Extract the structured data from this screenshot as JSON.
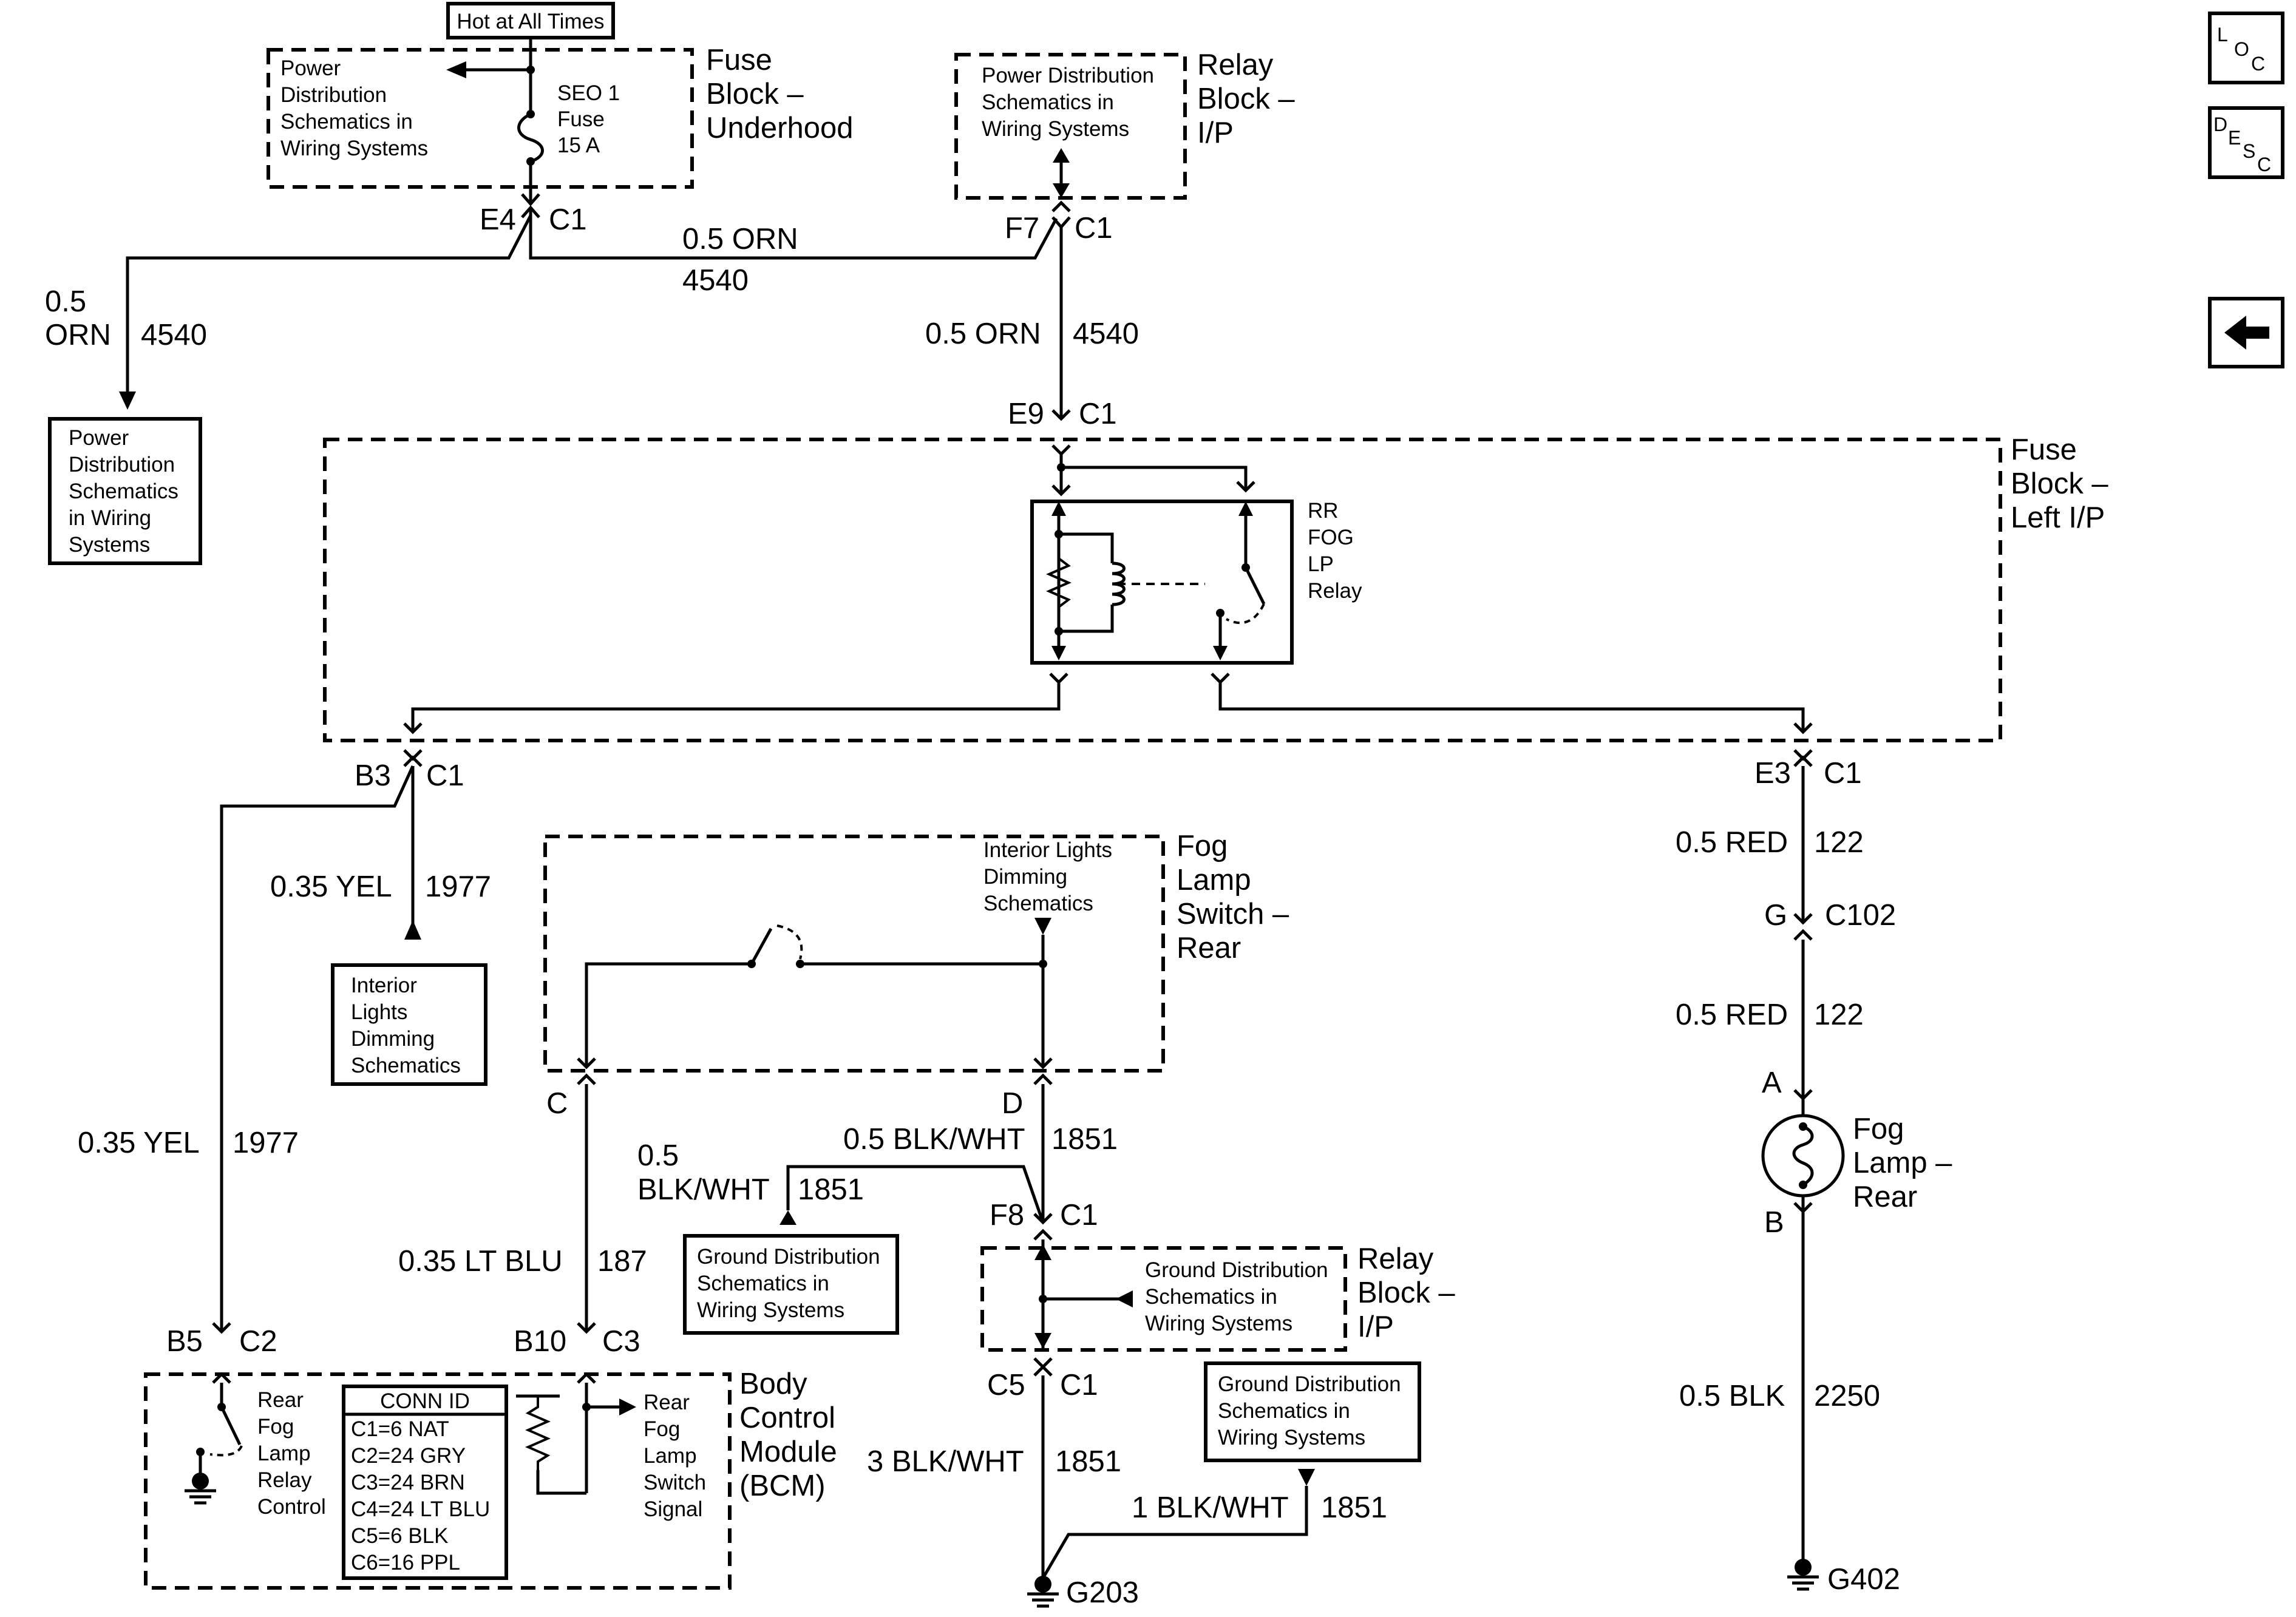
{
  "labels": {
    "hot_at_all_times": "Hot at All Times",
    "fuse_block_underhood": [
      "Fuse",
      "Block –",
      "Underhood"
    ],
    "pd_underhood": [
      "Power",
      "Distribution",
      "Schematics in",
      "Wiring Systems"
    ],
    "seo_fuse": [
      "SEO 1",
      "Fuse",
      "15 A"
    ],
    "relay_block_ip_top": [
      "Relay",
      "Block –",
      "I/P"
    ],
    "pd_relay_top": [
      "Power Distribution",
      "Schematics in",
      "Wiring Systems"
    ],
    "pd_left_box": [
      "Power",
      "Distribution",
      "Schematics",
      "in Wiring",
      "Systems"
    ],
    "fuse_block_left_ip": [
      "Fuse",
      "Block –",
      "Left I/P"
    ],
    "relay_name": [
      "RR",
      "FOG",
      "LP",
      "Relay"
    ],
    "interior_box": [
      "Interior",
      "Lights",
      "Dimming",
      "Schematics"
    ],
    "fog_switch": [
      "Fog",
      "Lamp",
      "Switch –",
      "Rear"
    ],
    "interior_dimming_small": [
      "Interior Lights",
      "Dimming",
      "Schematics"
    ],
    "ground_dist_box1": [
      "Ground Distribution",
      "Schematics in",
      "Wiring Systems"
    ],
    "ground_dist_relay": [
      "Ground Distribution",
      "Schematics in",
      "Wiring Systems"
    ],
    "relay_block_ip_bottom": [
      "Relay",
      "Block –",
      "I/P"
    ],
    "ground_dist_box2": [
      "Ground Distribution",
      "Schematics in",
      "Wiring Systems"
    ],
    "bcm": [
      "Body",
      "Control",
      "Module",
      "(BCM)"
    ],
    "bcm_relay_ctrl": [
      "Rear",
      "Fog",
      "Lamp",
      "Relay",
      "Control"
    ],
    "bcm_switch_sig": [
      "Rear",
      "Fog",
      "Lamp",
      "Switch",
      "Signal"
    ],
    "conn_id_title": "CONN ID",
    "conn_ids": [
      "C1=6 NAT",
      "C2=24 GRY",
      "C3=24 BRN",
      "C4=24 LT BLU",
      "C5=6 BLK",
      "C6=16 PPL"
    ],
    "fog_lamp": [
      "Fog",
      "Lamp –",
      "Rear"
    ]
  },
  "connectors": {
    "e4": "E4",
    "c1": "C1",
    "f7": "F7",
    "e9": "E9",
    "b3": "B3",
    "e3": "E3",
    "g": "G",
    "c102": "C102",
    "a": "A",
    "b": "B",
    "c": "C",
    "d": "D",
    "f8": "F8",
    "b5": "B5",
    "c2": "C2",
    "b10": "B10",
    "c3": "C3",
    "c5": "C5"
  },
  "wires": {
    "orn_05": "0.5 ORN",
    "orn_05_a": "0.5",
    "orn_05_b": "ORN",
    "w4540": "4540",
    "yel_035": "0.35 YEL",
    "w1977": "1977",
    "red_05": "0.5 RED",
    "w122": "122",
    "blkwht_05": "0.5 BLK/WHT",
    "blkwht_05_a": "0.5",
    "blkwht_05_b": "BLK/WHT",
    "w1851": "1851",
    "ltblu_035": "0.35 LT BLU",
    "w187": "187",
    "blkwht_3": "3 BLK/WHT",
    "blkwht_1": "1 BLK/WHT",
    "blk_05": "0.5 BLK",
    "w2250": "2250"
  },
  "grounds": {
    "g203": "G203",
    "g402": "G402"
  },
  "nav": {
    "loc": [
      "L",
      "O",
      "C"
    ],
    "desc": [
      "D",
      "E",
      "S",
      "C"
    ]
  },
  "icons": [
    "loc-icon",
    "desc-icon",
    "back-arrow-icon",
    "ground-icon",
    "fuse-icon",
    "coil-icon",
    "lamp-icon",
    "switch-icon",
    "resistor-icon"
  ]
}
